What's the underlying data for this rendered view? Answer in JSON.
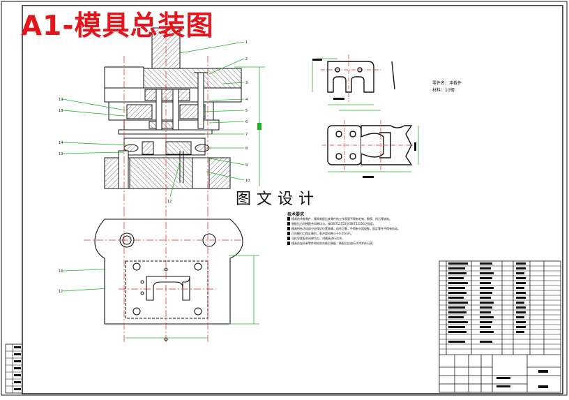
{
  "drawing": {
    "title": "A1-模具总装图",
    "watermark": "图文设计"
  },
  "workpiece": {
    "name_label": "零件名：冲裁件",
    "material_label": "材料：10钢"
  },
  "callout_numbers": {
    "right": [
      "1",
      "2",
      "3",
      "4",
      "5",
      "6",
      "7",
      "8",
      "9",
      "10"
    ],
    "left": [
      "19",
      "18",
      "14",
      "13"
    ],
    "bottom": [
      "12"
    ],
    "plan": [
      "16",
      "17"
    ]
  },
  "technical_notes": {
    "title": "技术要求",
    "lines": [
      "模具的冲裁零件，模具装配后其零件的工作表面不得有毛刺、裂痕、凹凸等缺陷。",
      "装配后凸凹模配合间隙均匀，按GB/T12555及GB/T12556之规定。",
      "模具所有活动部分应保证位置准确，动作可靠，不得有卡阻现象，固定零件不得有松动。",
      "凸凹模刃口保证锋利，各冲裁间隙小于0.05mm。",
      "导柱导套配合间隙均匀，对模具进行试冲。",
      "模具应在所有零件的检验合格后装配，装配后应进行试冲并作记录。"
    ]
  },
  "colors": {
    "title_red": "#e4141b",
    "leader_green": "#1fb31f",
    "centerline_red": "#e02020",
    "hatch": "#333333",
    "outline": "#111111"
  }
}
